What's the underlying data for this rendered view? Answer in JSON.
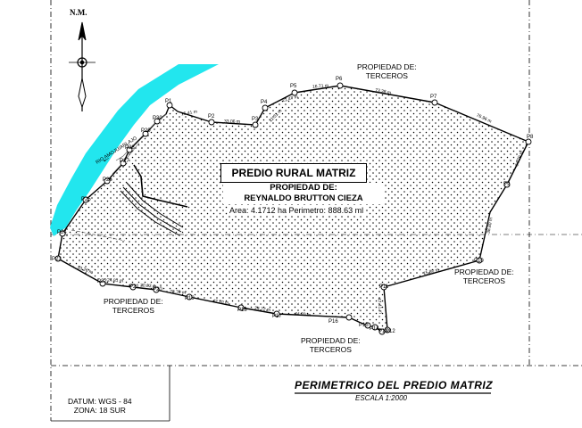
{
  "north": "N.M.",
  "title": "PREDIO RURAL MATRIZ",
  "owner_line1": "PROPIEDAD DE:",
  "owner_line2": "REYNALDO BRUTTON CIEZA",
  "area_text": "Area: 4.1712 ha Perimetro: 888.63 ml",
  "third_party": {
    "line1": "PROPIEDAD DE:",
    "line2": "TERCEROS"
  },
  "river_label": "RIO AMOJU/ARLAJO",
  "plan_title": "PERIMETRICO DEL PREDIO MATRIZ",
  "scale": "ESCALA 1:2000",
  "datum": "DATUM: WGS - 84",
  "zone": "ZONA: 18 SUR",
  "colors": {
    "river": "#22e6ee",
    "boundary": "#000000",
    "stipple": "#000000"
  },
  "points": [
    {
      "name": "P1"
    },
    {
      "name": "P2"
    },
    {
      "name": "P3"
    },
    {
      "name": "P4"
    },
    {
      "name": "P5"
    },
    {
      "name": "P6"
    },
    {
      "name": "P7"
    },
    {
      "name": "P8"
    },
    {
      "name": "P9"
    },
    {
      "name": "P10"
    },
    {
      "name": "P11"
    },
    {
      "name": "P12"
    },
    {
      "name": "P13"
    },
    {
      "name": "P14"
    },
    {
      "name": "P15"
    },
    {
      "name": "P16"
    },
    {
      "name": "P17"
    },
    {
      "name": "P18"
    },
    {
      "name": "P19"
    },
    {
      "name": "P20"
    },
    {
      "name": "P21"
    },
    {
      "name": "P22"
    },
    {
      "name": "P23"
    },
    {
      "name": "P24"
    },
    {
      "name": "P25"
    },
    {
      "name": "P26"
    },
    {
      "name": "P27"
    },
    {
      "name": "P28"
    },
    {
      "name": "P29"
    },
    {
      "name": "P30"
    }
  ],
  "distances": [
    "15.41 m",
    "33.06 m",
    "11.31 m",
    "21.47 m",
    "16.71 m",
    "73.38 m",
    "76.96 m",
    "34.79 m",
    "38.80 m",
    "15.80 m",
    "47.41 m",
    "44.70 m",
    "24.72 m",
    "42.70 m",
    "23.70 m",
    "20.03 m",
    "24.81 m",
    "33.26 m"
  ]
}
